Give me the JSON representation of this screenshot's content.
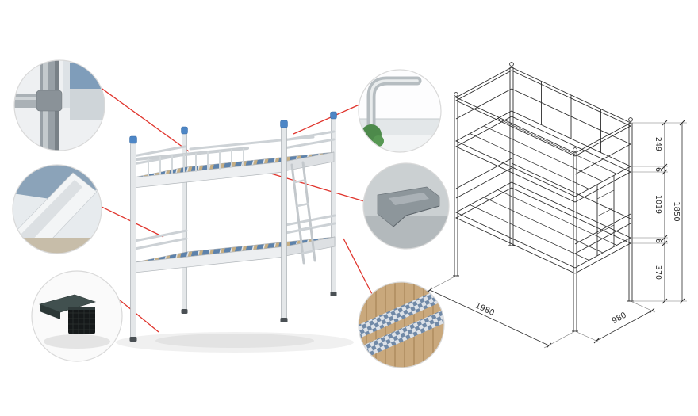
{
  "dims": {
    "guardrail": "249",
    "top_thickness": "6",
    "bunk_gap": "1019",
    "total_height": "1850",
    "bottom_thickness": "6",
    "clearance": "370",
    "length": "1980",
    "width": "980"
  },
  "callouts": {
    "joint": "post-joint-detail",
    "corner": "frame-corner-detail",
    "feet": "plastic-foot-detail",
    "tube": "guardrail-tube-detail",
    "bracket": "connector-bracket-detail",
    "slats": "slat-strap-detail"
  },
  "colors": {
    "callout_line": "#e0342c",
    "post_cap_blue": "#4d86c6",
    "strap_blue": "#5d82ab",
    "slat_tan": "#c6ae83",
    "wireframe_ink": "#2e2e2e"
  }
}
